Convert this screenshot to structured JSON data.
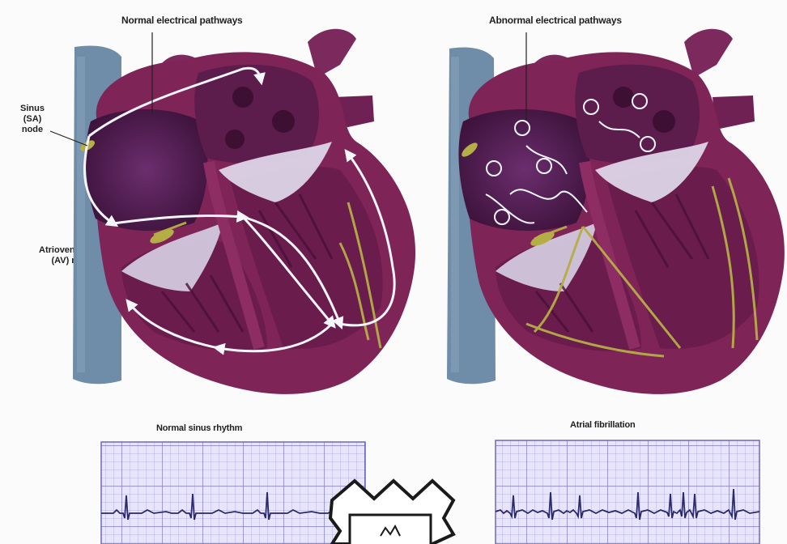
{
  "diagram": {
    "normal_title": "Normal electrical pathways",
    "abnormal_title": "Abnormal electrical pathways",
    "sa_node_label": [
      "Sinus",
      "(SA)",
      "node"
    ],
    "av_node_label": [
      "Atrioventricular",
      "(AV) node"
    ],
    "ecg_normal_title": "Normal sinus rhythm",
    "ecg_afib_title": "Atrial fibrillation",
    "watermark_icon": "watermark-badge-icon"
  },
  "colors": {
    "heart_wall": "#7a2356",
    "heart_inner": "#4d1740",
    "vessel": "#6d8aa6",
    "pathway_normal": "#f5f5ff",
    "conduction": "#b8b24a",
    "ecg_grid": "#9e9ad8",
    "ecg_trace": "#2b2a6a"
  }
}
